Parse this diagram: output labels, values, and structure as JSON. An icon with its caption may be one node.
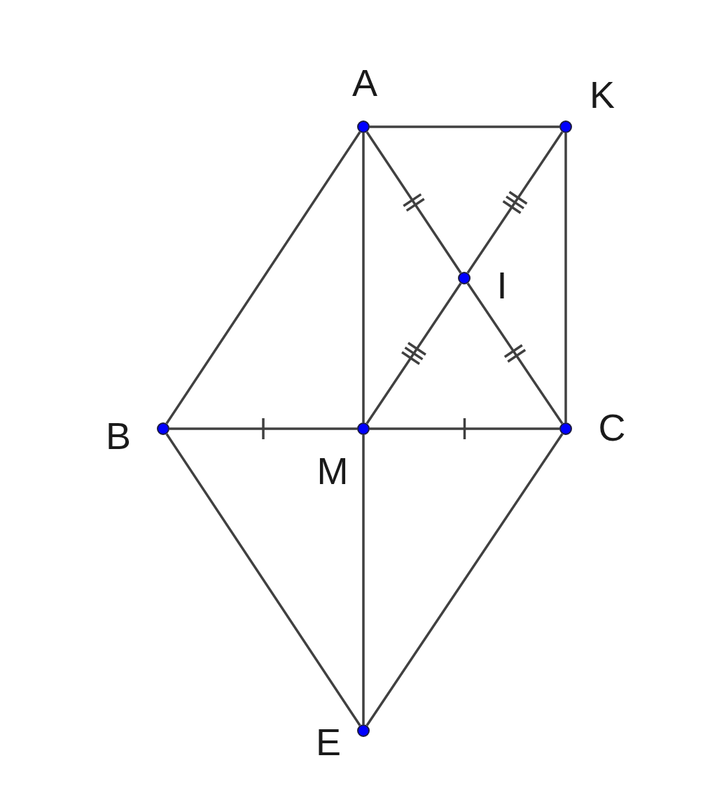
{
  "diagram": {
    "nodes": [
      {
        "text": [
          "A"
        ]
      },
      {
        "text": [
          "K"
        ]
      },
      {
        "text": [
          "I"
        ]
      },
      {
        "text": [
          "B"
        ]
      },
      {
        "text": [
          "M"
        ]
      },
      {
        "text": [
          "C"
        ]
      },
      {
        "text": [
          "E"
        ]
      }
    ],
    "edges": [
      {
        "from": 0,
        "to": 1,
        "arrow": "none"
      },
      {
        "from": 0,
        "to": 3,
        "arrow": "none"
      },
      {
        "from": 0,
        "to": 4,
        "arrow": "none"
      },
      {
        "from": 0,
        "to": 2,
        "arrow": "none"
      },
      {
        "from": 1,
        "to": 2,
        "arrow": "none"
      },
      {
        "from": 1,
        "to": 5,
        "arrow": "none"
      },
      {
        "from": 2,
        "to": 4,
        "arrow": "none"
      },
      {
        "from": 2,
        "to": 5,
        "arrow": "none"
      },
      {
        "from": 3,
        "to": 4,
        "arrow": "none"
      },
      {
        "from": 4,
        "to": 5,
        "arrow": "none"
      },
      {
        "from": 3,
        "to": 6,
        "arrow": "none"
      },
      {
        "from": 4,
        "to": 6,
        "arrow": "none"
      },
      {
        "from": 5,
        "to": 6,
        "arrow": "none"
      }
    ]
  }
}
